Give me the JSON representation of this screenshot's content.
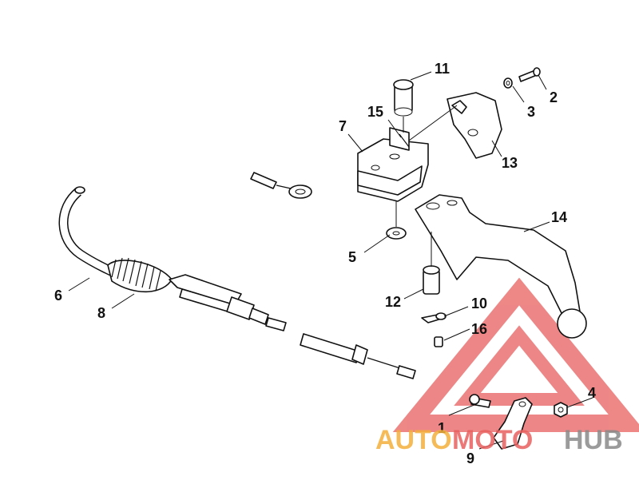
{
  "callouts": {
    "c1": "1",
    "c2": "2",
    "c3": "3",
    "c4": "4",
    "c5": "5",
    "c6": "6",
    "c7": "7",
    "c8": "8",
    "c9": "9",
    "c10": "10",
    "c11": "11",
    "c12": "12",
    "c13": "13",
    "c14": "14",
    "c15": "15",
    "c16": "16"
  },
  "watermark": {
    "auto": "AUTO",
    "moto": "MOTO",
    "hub": "HUB",
    "colors": {
      "auto": "#f4b03b",
      "moto": "#e8605f",
      "hub": "#8a8a8a",
      "triangle": "#e8605f"
    }
  }
}
